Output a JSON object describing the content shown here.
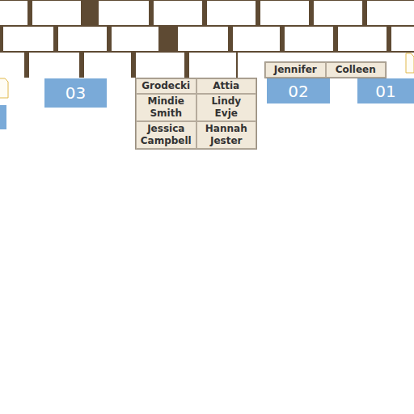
{
  "diagram": {
    "nodes": [
      {
        "text": [
          "03"
        ]
      },
      {
        "text": [
          "02"
        ]
      },
      {
        "text": [
          "01"
        ]
      }
    ],
    "labels": [
      "Jennifer",
      "Colleen",
      "Grodecki",
      "Attia",
      "Mindie Smith",
      "Lindy Evje",
      "Jessica Campbell",
      "Hannah Jester"
    ]
  }
}
